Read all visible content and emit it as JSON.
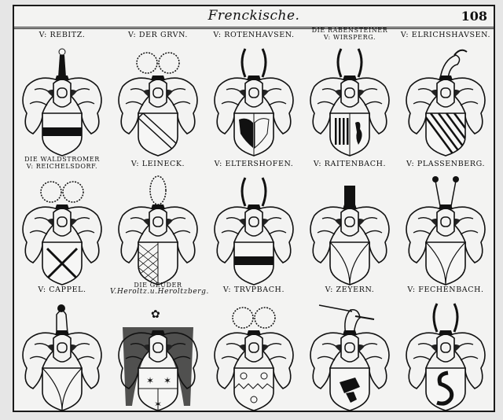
{
  "header": {
    "title": "Frenckische.",
    "page_number": "108"
  },
  "rows": [
    {
      "arms": [
        {
          "label_line1": "V: Rebitz.",
          "label_line2": "",
          "shield": "fess",
          "crest": "hat"
        },
        {
          "label_line1": "V: der Grvn.",
          "label_line2": "",
          "shield": "bend",
          "crest": "wings"
        },
        {
          "label_line1": "V: Rotenhavsen.",
          "label_line2": "",
          "shield": "eagle-half",
          "crest": "horns"
        },
        {
          "label_line1": "Die Rabensteiner",
          "label_line2": "V: Wirsperg.",
          "shield": "pales-lion",
          "crest": "horns"
        },
        {
          "label_line1": "V: Elrichshavsen.",
          "label_line2": "",
          "shield": "bendy",
          "crest": "goat"
        }
      ]
    },
    {
      "arms": [
        {
          "label_line1": "Die Waldstromer",
          "label_line2": "V: Reichelsdorf.",
          "shield": "saltire",
          "crest": "wings"
        },
        {
          "label_line1": "V: Leineck.",
          "label_line2": "",
          "shield": "lozengy-half",
          "crest": "plume"
        },
        {
          "label_line1": "V: Eltershofen.",
          "label_line2": "",
          "shield": "fess",
          "crest": "horns"
        },
        {
          "label_line1": "V: Raitenbach.",
          "label_line2": "",
          "shield": "chevron-split",
          "crest": "bush"
        },
        {
          "label_line1": "V: Plassenberg.",
          "label_line2": "",
          "shield": "chevron-split",
          "crest": "feathers"
        }
      ]
    },
    {
      "arms": [
        {
          "label_line1": "V: Cappel.",
          "label_line2": "",
          "shield": "chevron-split",
          "crest": "bust"
        },
        {
          "label_line1": "Die Geuder",
          "label_line2": "V.Heroltz.u.Heroltzberg.",
          "shield": "stars",
          "crest": "mantle"
        },
        {
          "label_line1": "V: Trvpbach.",
          "label_line2": "",
          "shield": "roses-dancetty",
          "crest": "wings"
        },
        {
          "label_line1": "V: Zeyern.",
          "label_line2": "",
          "shield": "gloves",
          "crest": "unicorn"
        },
        {
          "label_line1": "V: Fechenbach.",
          "label_line2": "",
          "shield": "hook",
          "crest": "horns"
        }
      ]
    }
  ],
  "colors": {
    "ink": "#111111",
    "paper": "#f3f3f2",
    "margin": "#e6e6e6"
  }
}
